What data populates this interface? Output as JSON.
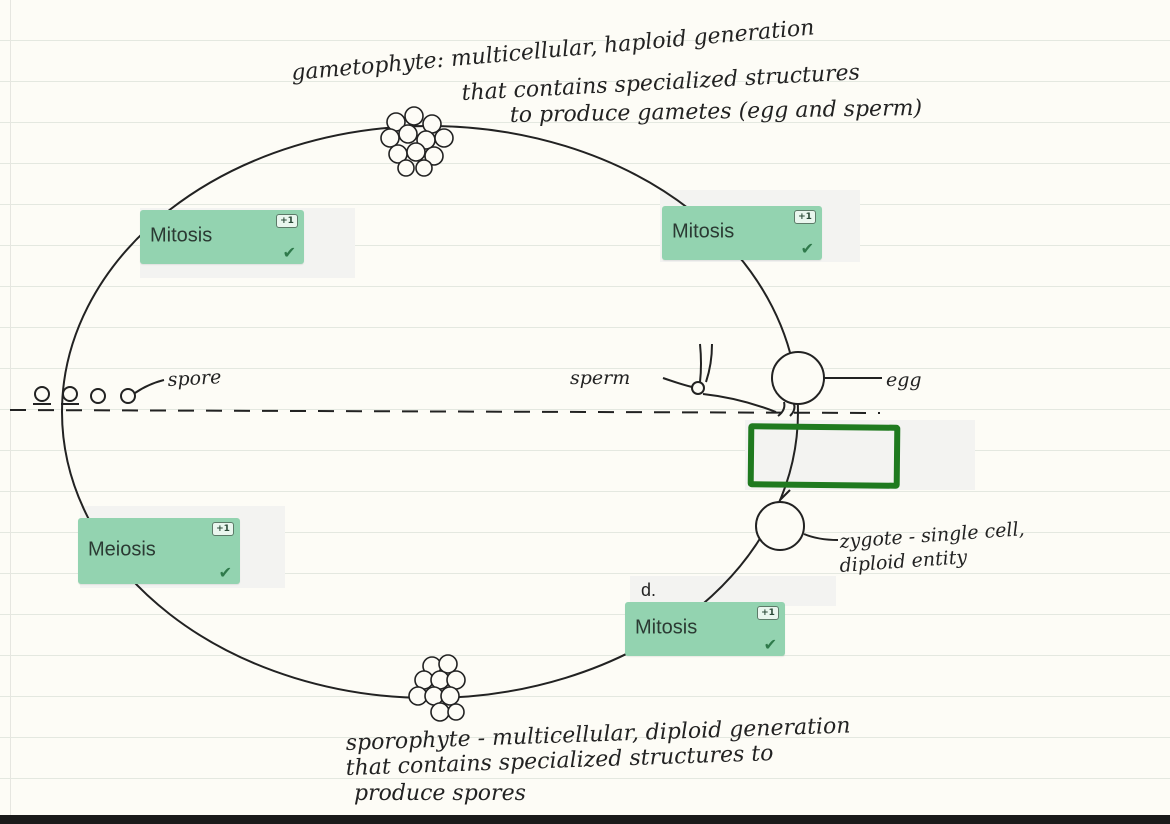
{
  "annotations": {
    "gametophyte_line1": "gametophyte: multicellular, haploid generation",
    "gametophyte_line2": "that contains specialized structures",
    "gametophyte_line3": "to produce gametes (egg and sperm)",
    "spore": "spore",
    "sperm": "sperm",
    "egg": "egg",
    "zygote_line1": "zygote - single cell,",
    "zygote_line2": "diploid entity",
    "sporophyte_line1": "sporophyte - multicellular, diploid generation",
    "sporophyte_line2": "that contains specialized structures to",
    "sporophyte_line3": "produce   spores"
  },
  "labels": [
    {
      "text": "Mitosis",
      "badge": "+1",
      "check": "✔"
    },
    {
      "text": "Mitosis",
      "badge": "+1",
      "check": "✔"
    },
    {
      "text": "Meiosis",
      "badge": "+1",
      "check": "✔"
    },
    {
      "text": "Mitosis",
      "badge": "+1",
      "check": "✔",
      "prefix": "d."
    }
  ],
  "colors": {
    "label_bg": "#93d3b0",
    "answer_box_border": "#1f7a1f",
    "ink": "#222222"
  }
}
